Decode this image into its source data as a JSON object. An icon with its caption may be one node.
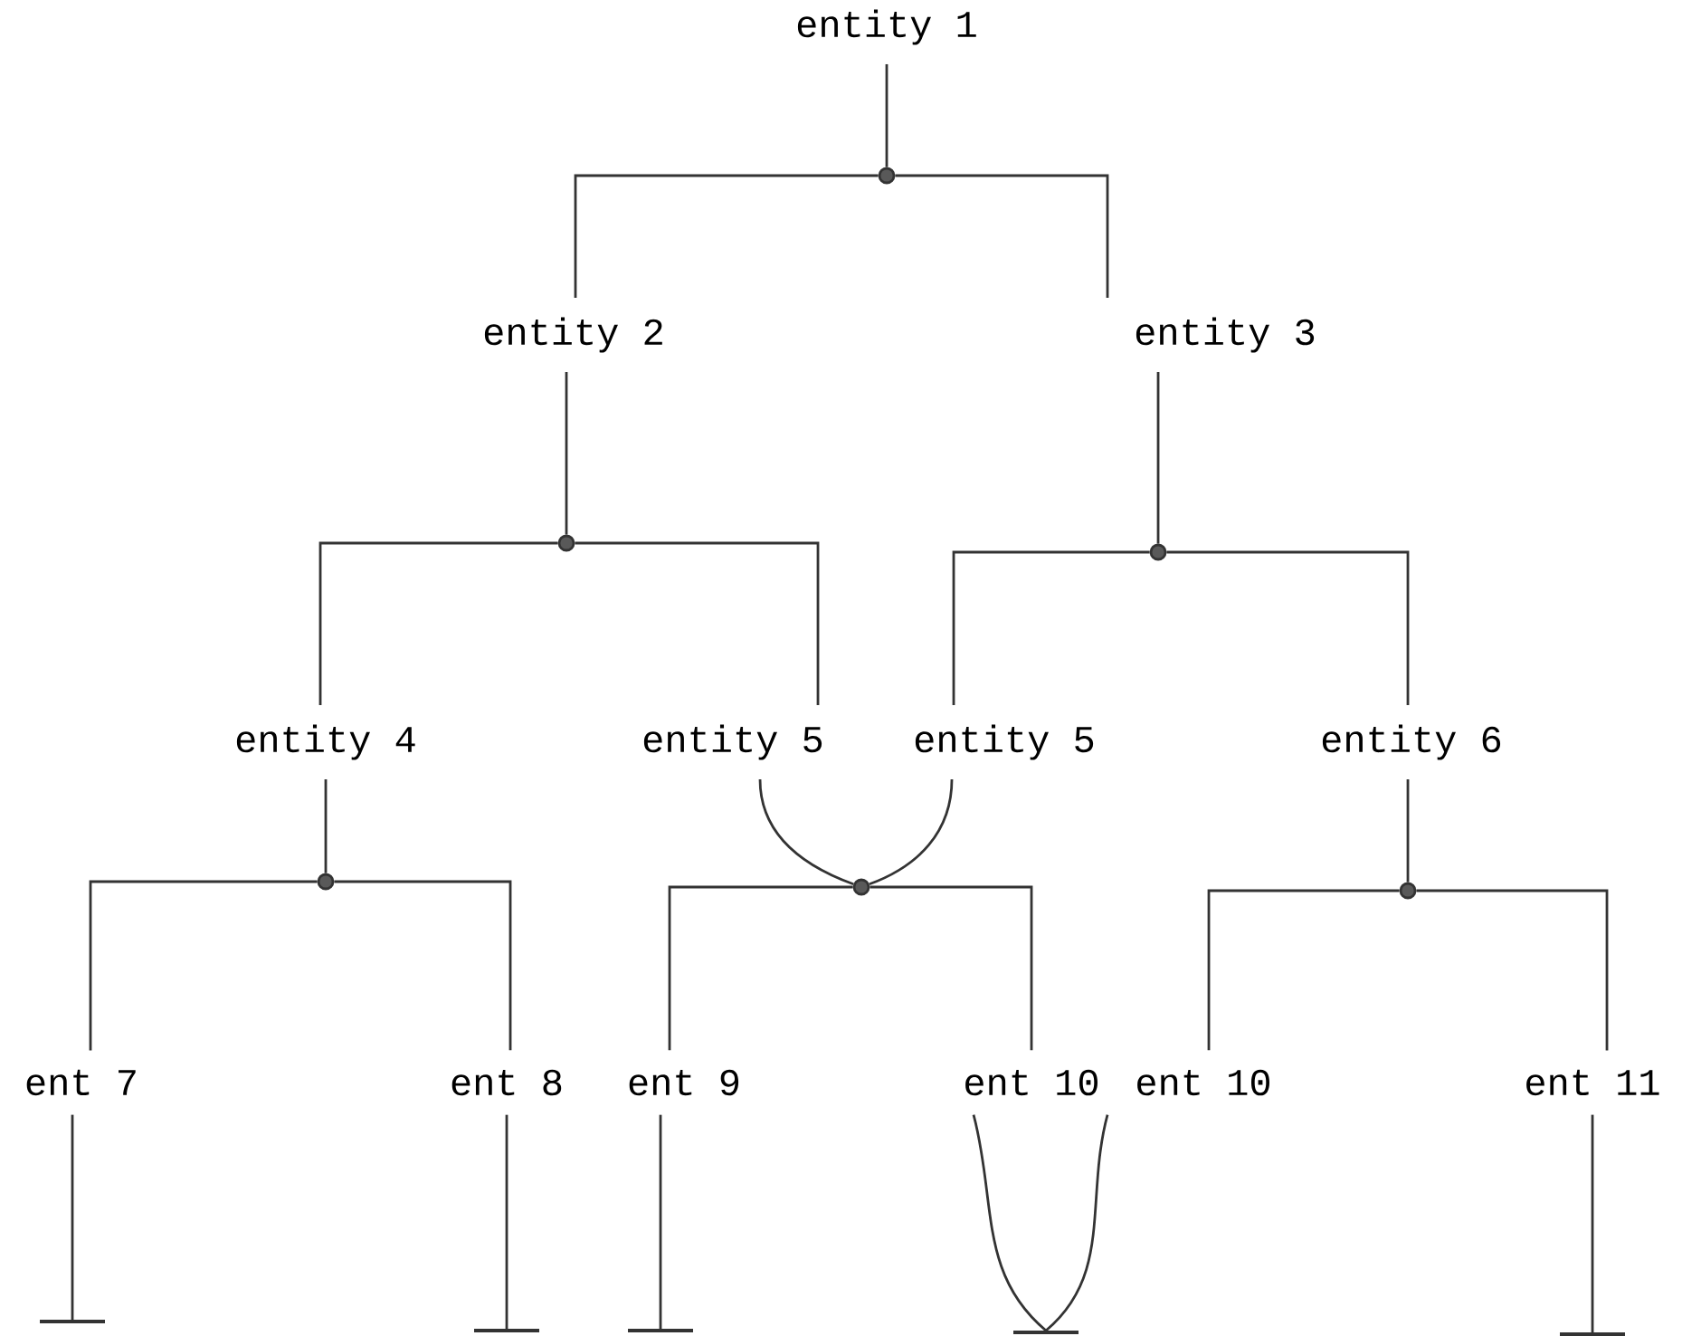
{
  "diagram": {
    "nodes": [
      {
        "text": [
          "entity 1"
        ]
      },
      {
        "text": [],
        "shape": "circle"
      },
      {
        "text": [
          "entity 2"
        ]
      },
      {
        "text": [
          "entity 3"
        ]
      },
      {
        "text": [],
        "shape": "circle"
      },
      {
        "text": [],
        "shape": "circle"
      },
      {
        "text": [
          "entity 4"
        ]
      },
      {
        "text": [
          "entity 5"
        ]
      },
      {
        "text": [
          "entity 5"
        ]
      },
      {
        "text": [
          "entity 6"
        ]
      },
      {
        "text": [],
        "shape": "circle"
      },
      {
        "text": [],
        "shape": "circle"
      },
      {
        "text": [],
        "shape": "circle"
      },
      {
        "text": [
          "ent 7"
        ]
      },
      {
        "text": [
          "ent 8"
        ]
      },
      {
        "text": [
          "ent 9"
        ]
      },
      {
        "text": [
          "ent 10"
        ]
      },
      {
        "text": [
          "ent 10"
        ]
      },
      {
        "text": [
          "ent 11"
        ]
      },
      {
        "text": [],
        "shape": "bar"
      },
      {
        "text": [],
        "shape": "bar"
      },
      {
        "text": [],
        "shape": "bar"
      },
      {
        "text": [],
        "shape": "bar"
      },
      {
        "text": [],
        "shape": "bar"
      }
    ],
    "edges": [
      {
        "from": 0,
        "to": 1,
        "arrow": "none"
      },
      {
        "from": 1,
        "to": 2,
        "arrow": "none"
      },
      {
        "from": 1,
        "to": 3,
        "arrow": "none"
      },
      {
        "from": 2,
        "to": 4,
        "arrow": "none"
      },
      {
        "from": 3,
        "to": 5,
        "arrow": "none"
      },
      {
        "from": 4,
        "to": 6,
        "arrow": "none"
      },
      {
        "from": 4,
        "to": 7,
        "arrow": "none"
      },
      {
        "from": 5,
        "to": 8,
        "arrow": "none"
      },
      {
        "from": 5,
        "to": 9,
        "arrow": "none"
      },
      {
        "from": 6,
        "to": 10,
        "arrow": "none"
      },
      {
        "from": 7,
        "to": 11,
        "arrow": "none"
      },
      {
        "from": 8,
        "to": 11,
        "arrow": "none"
      },
      {
        "from": 9,
        "to": 12,
        "arrow": "none"
      },
      {
        "from": 10,
        "to": 13,
        "arrow": "none"
      },
      {
        "from": 10,
        "to": 14,
        "arrow": "none"
      },
      {
        "from": 11,
        "to": 15,
        "arrow": "none"
      },
      {
        "from": 11,
        "to": 16,
        "arrow": "none"
      },
      {
        "from": 12,
        "to": 17,
        "arrow": "none"
      },
      {
        "from": 12,
        "to": 18,
        "arrow": "none"
      },
      {
        "from": 13,
        "to": 19,
        "arrow": "none"
      },
      {
        "from": 14,
        "to": 20,
        "arrow": "none"
      },
      {
        "from": 15,
        "to": 21,
        "arrow": "none"
      },
      {
        "from": 16,
        "to": 22,
        "arrow": "none"
      },
      {
        "from": 17,
        "to": 22,
        "arrow": "none"
      },
      {
        "from": 18,
        "to": 23,
        "arrow": "none"
      }
    ]
  }
}
